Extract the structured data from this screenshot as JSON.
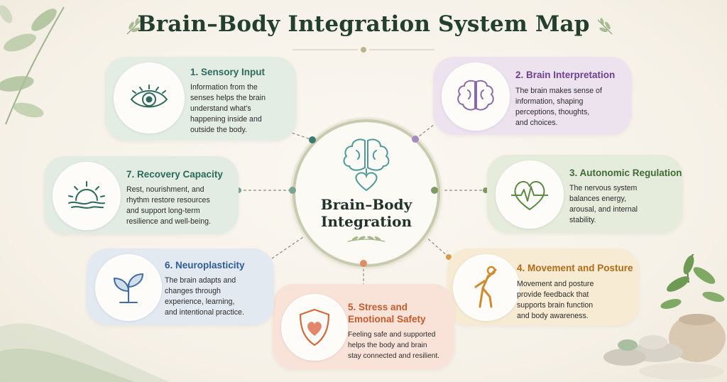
{
  "title": "Brain–Body Integration System Map",
  "center": {
    "line1": "Brain–Body",
    "line2": "Integration",
    "icon": "brain-heart-icon"
  },
  "nodes": [
    {
      "id": "sensory",
      "title": "1. Sensory Input",
      "desc_lines": [
        "Information from the",
        "senses helps the brain",
        "understand what's",
        "happening inside and",
        "outside the body."
      ],
      "icon": "eye-icon",
      "color": "#2f6a5e",
      "bg": "#e3ede3",
      "dot": "#3a7a70"
    },
    {
      "id": "interpretation",
      "title": "2. Brain Interpretation",
      "desc_lines": [
        "The brain makes sense of",
        "information, shaping",
        "perceptions, thoughts,",
        "and choices."
      ],
      "icon": "brain-icon",
      "color": "#6d3f8e",
      "bg": "#ece3ef",
      "dot": "#a58bc2"
    },
    {
      "id": "autonomic",
      "title": "3. Autonomic Regulation",
      "desc_lines": [
        "The nervous system",
        "balances energy,",
        "arousal, and internal",
        "stability."
      ],
      "icon": "heartbeat-icon",
      "color": "#3f6b34",
      "bg": "#e6ecdc",
      "dot": "#7d9a63"
    },
    {
      "id": "movement",
      "title": "4. Movement and Posture",
      "desc_lines": [
        "Movement and posture",
        "provide feedback that",
        "supports brain function",
        "and body awareness."
      ],
      "icon": "stretching-figure-icon",
      "color": "#b06b14",
      "bg": "#f8ebd3",
      "dot": "#d69a4c"
    },
    {
      "id": "stress",
      "title_lines": [
        "5. Stress and",
        "Emotional Safety"
      ],
      "desc_lines": [
        "Feeling safe and supported",
        "helps the body and brain",
        "stay connected and resilient."
      ],
      "icon": "shield-heart-icon",
      "color": "#c45a2c",
      "bg": "#f9e3d8",
      "dot": "#e08a6a"
    },
    {
      "id": "neuroplasticity",
      "title": "6. Neuroplasticity",
      "desc_lines": [
        "The brain adapts and",
        "changes through",
        "experience, learning,",
        "and intentional practice."
      ],
      "icon": "sprout-icon",
      "color": "#2e5c93",
      "bg": "#e3e9f1",
      "dot": "#7f9fc8"
    },
    {
      "id": "recovery",
      "title": "7. Recovery Capacity",
      "desc_lines": [
        "Rest, nourishment, and",
        "rhythm restore resources",
        "and support long-term",
        "resilience and well-being."
      ],
      "icon": "sunrise-icon",
      "color": "#2a6a5a",
      "bg": "#e3ece2",
      "dot": "#7aa493"
    }
  ]
}
